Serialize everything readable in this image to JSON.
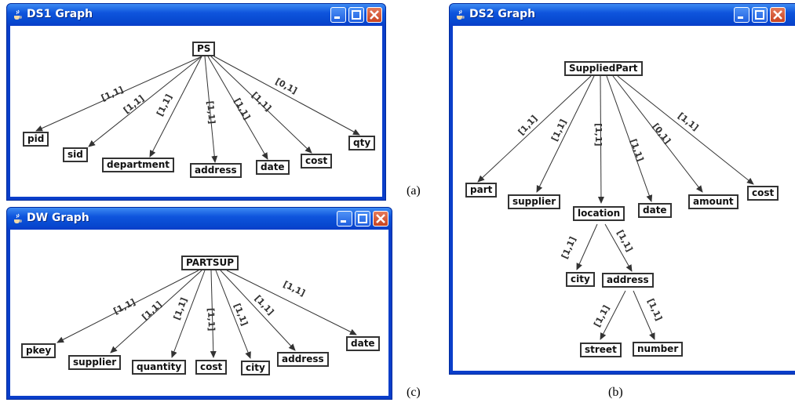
{
  "captions": {
    "a": "(a)",
    "b": "(b)",
    "c": "(c)"
  },
  "colors": {
    "titlebar": "#0a3ec9",
    "close_button": "#c94320",
    "node_border": "#333333"
  },
  "ds1": {
    "title": "DS1 Graph",
    "icon": "java-cup-icon",
    "root": "PS",
    "children": [
      {
        "name": "pid",
        "card": "[1,1]"
      },
      {
        "name": "sid",
        "card": "[1,1]"
      },
      {
        "name": "department",
        "card": "[1,1]"
      },
      {
        "name": "address",
        "card": "[1,1]"
      },
      {
        "name": "date",
        "card": "[1,1]"
      },
      {
        "name": "cost",
        "card": "[1,1]"
      },
      {
        "name": "qty",
        "card": "[0,1]"
      }
    ]
  },
  "dw": {
    "title": "DW Graph",
    "icon": "java-cup-icon",
    "root": "PARTSUP",
    "children": [
      {
        "name": "pkey",
        "card": "[1,1]"
      },
      {
        "name": "supplier",
        "card": "[1,1]"
      },
      {
        "name": "quantity",
        "card": "[1,1]"
      },
      {
        "name": "cost",
        "card": "[1,1]"
      },
      {
        "name": "city",
        "card": "[1,1]"
      },
      {
        "name": "address",
        "card": "[1,1]"
      },
      {
        "name": "date",
        "card": "[1,1]"
      }
    ]
  },
  "ds2": {
    "title": "DS2 Graph",
    "icon": "java-cup-icon",
    "root": "SuppliedPart",
    "children": [
      {
        "name": "part",
        "card": "[1,1]"
      },
      {
        "name": "supplier",
        "card": "[1,1]"
      },
      {
        "name": "location",
        "card": "[1,1]"
      },
      {
        "name": "date",
        "card": "[1,1]"
      },
      {
        "name": "amount",
        "card": "[0,1]"
      },
      {
        "name": "cost",
        "card": "[1,1]"
      }
    ],
    "location_children": [
      {
        "name": "city",
        "card": "[1,1]"
      },
      {
        "name": "address",
        "card": "[1,1]"
      }
    ],
    "address_children": [
      {
        "name": "street",
        "card": "[1,1]"
      },
      {
        "name": "number",
        "card": "[1,1]"
      }
    ]
  }
}
